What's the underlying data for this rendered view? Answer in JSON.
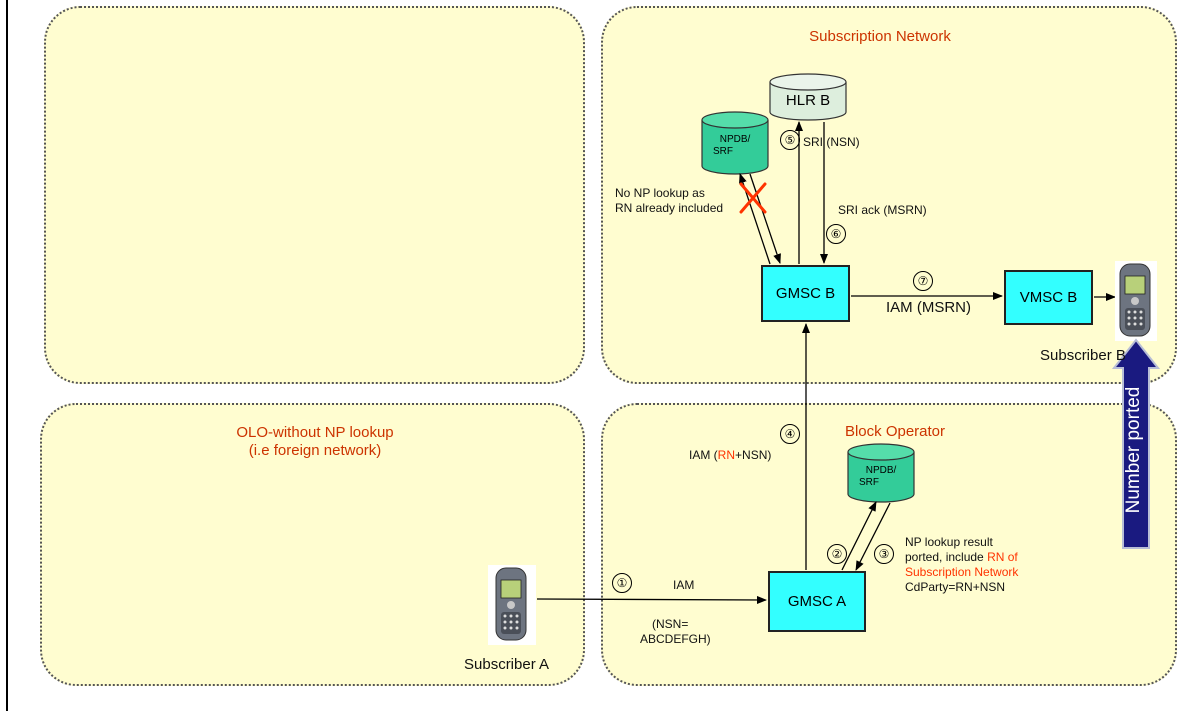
{
  "regions": {
    "olo_title": "OLO-without NP lookup",
    "olo_subtitle": "(i.e foreign network)",
    "subscription_title": "Subscription Network",
    "block_title": "Block Operator"
  },
  "nodes": {
    "gmsc_a": "GMSC A",
    "gmsc_b": "GMSC B",
    "vmsc_b": "VMSC B",
    "hlr_b": "HLR B",
    "npdb_top_line1": "NPDB/",
    "npdb_top_line2": "SRF",
    "npdb_bottom_line1": "NPDB/",
    "npdb_bottom_line2": "SRF"
  },
  "subscribers": {
    "a": "Subscriber A",
    "b": "Subscriber B"
  },
  "steps": [
    "①",
    "②",
    "③",
    "④",
    "⑤",
    "⑥",
    "⑦"
  ],
  "messages": {
    "iam_step1": "IAM",
    "iam_step1_param_line1": "(NSN=",
    "iam_step1_param_line2": "ABCDEFGH)",
    "iam_step4_prefix": "IAM (",
    "iam_step4_rn": "RN",
    "iam_step4_suffix": "+NSN)",
    "sri": "SRI (NSN)",
    "sri_ack": "SRI ack (MSRN)",
    "iam_msrn": "IAM (MSRN)",
    "no_lookup_line1": "No NP lookup as",
    "no_lookup_line2": "RN already included",
    "np_result_line1": "NP lookup result",
    "np_result_line2a": "ported, include ",
    "np_result_line2b": "RN of",
    "np_result_line3": "Subscription Network",
    "np_result_line4": "CdParty=RN+NSN"
  },
  "banner": {
    "number_ported": "Number ported"
  },
  "colors": {
    "region_fill": "#fffdd0",
    "node_fill": "#33ffff",
    "db_fill": "#33cc99",
    "hlr_fill": "#ddeedd",
    "title_red": "#cc3300",
    "banner_blue": "#1a1a80"
  }
}
